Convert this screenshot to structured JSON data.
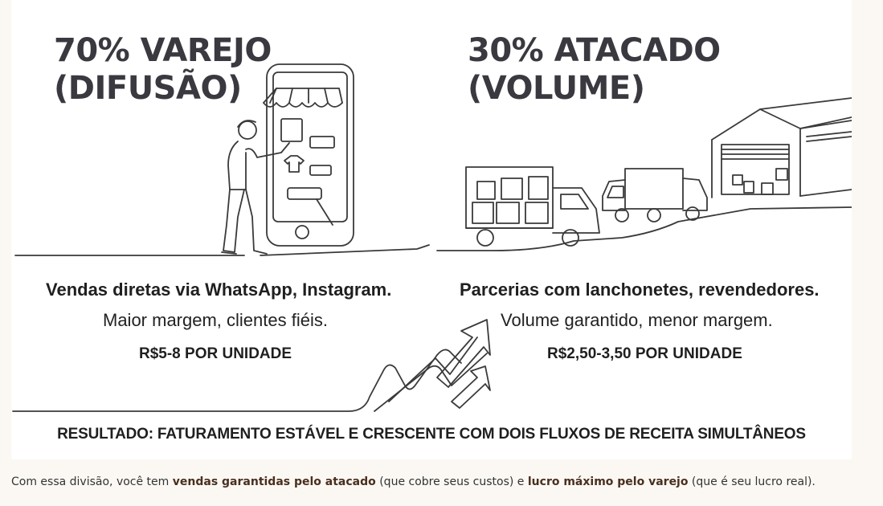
{
  "left": {
    "headline": "70% VAREJO\n(DIFUSÃO)",
    "line1": "Vendas diretas via WhatsApp, Instagram.",
    "line2": "Maior margem, clientes fiéis.",
    "price": "R$5-8 POR UNIDADE"
  },
  "right": {
    "headline": "30% ATACADO\n(VOLUME)",
    "line1": "Parcerias com lanchonetes, revendedores.",
    "line2": "Volume garantido, menor margem.",
    "price": "R$2,50-3,50 POR UNIDADE"
  },
  "result": "RESULTADO: FATURAMENTO ESTÁVEL E CRESCENTE COM DOIS FLUXOS DE RECEITA SIMULTÂNEOS",
  "caption": {
    "part1": "Com essa divisão, você tem ",
    "bold1": "vendas garantidas pelo atacado",
    "part2": " (que cobre seus custos) e ",
    "bold2": "lucro máximo pelo varejo",
    "part3": " (que é seu lucro real)."
  }
}
